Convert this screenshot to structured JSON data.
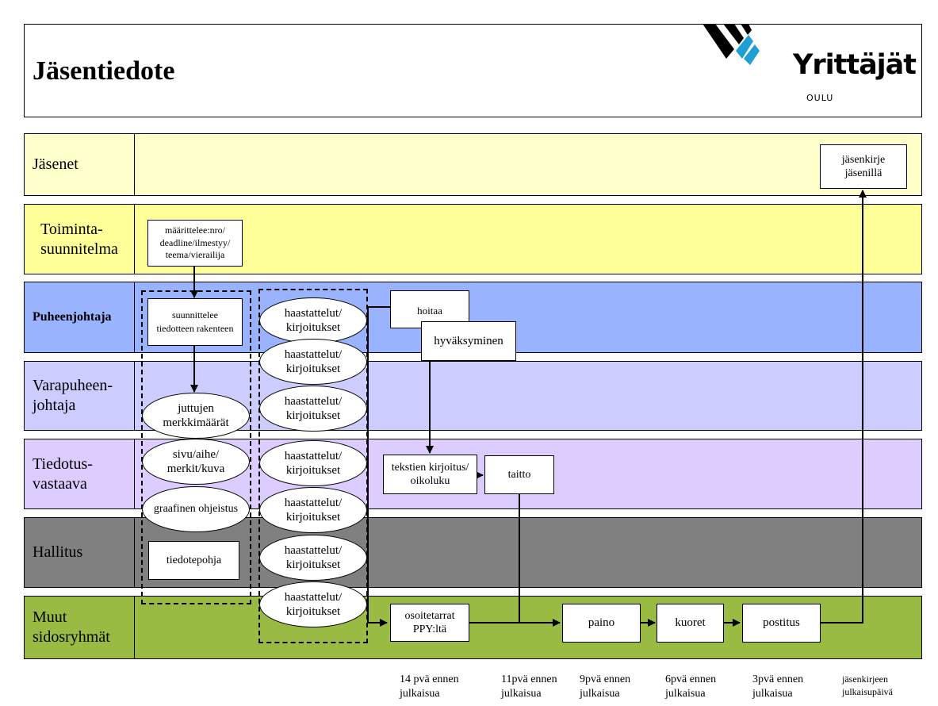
{
  "header": {
    "title": "Jäsentiedote",
    "logo": {
      "word": "Yrittäjät",
      "city": "OULU",
      "color": "#000000"
    }
  },
  "lanes": [
    {
      "label": "Jäsenet",
      "color": "#ffffcc"
    },
    {
      "label": "Toiminta-\nsuunnitelma",
      "color": "#ffff99"
    },
    {
      "label": "Puheenjohtaja",
      "color": "#99b3ff"
    },
    {
      "label": "Varapuheen-\njohtaja",
      "color": "#ccccff"
    },
    {
      "label": "Tiedotus-\nvastaava",
      "color": "#dcccff"
    },
    {
      "label": "Hallitus",
      "color": "#808080"
    },
    {
      "label": "Muut\nsidosryhmät",
      "color": "#99bb44"
    }
  ],
  "nodes": {
    "jasenkirje": "jäsenkirje\njäsenillä",
    "maarittelee": "määrittelee:nro/\ndeadline/ilmestyy/\nteema/vierailija",
    "suunnittelee": "suunnittelee\ntiedotteen rakenteen",
    "juttujen": "juttujen\nmerkkimäärät",
    "sivu": "sivu/aihe/\nmerkit/kuva",
    "graafinen": "graafinen ohjeistus",
    "tiedotepohja": "tiedotepohja",
    "haastattelut": "haastattelut/\nkirjoitukset",
    "hoitaa": "hoitaa",
    "hyvaksyminen": "hyväksyminen",
    "tekstien": "tekstien kirjoitus/\noikoluku",
    "taitto": "taitto",
    "osoitetarrat": "osoitetarrat\nPPY:ltä",
    "paino": "paino",
    "kuoret": "kuoret",
    "postitus": "postitus"
  },
  "timeline": [
    "14 pvä ennen\njulkaisua",
    "11pvä ennen\njulkaisua",
    "9pvä ennen\njulkaisua",
    "6pvä ennen\njulkaisua",
    "3pvä ennen\njulkaisua",
    "jäsenkirjeen\njulkaisupäivä"
  ]
}
